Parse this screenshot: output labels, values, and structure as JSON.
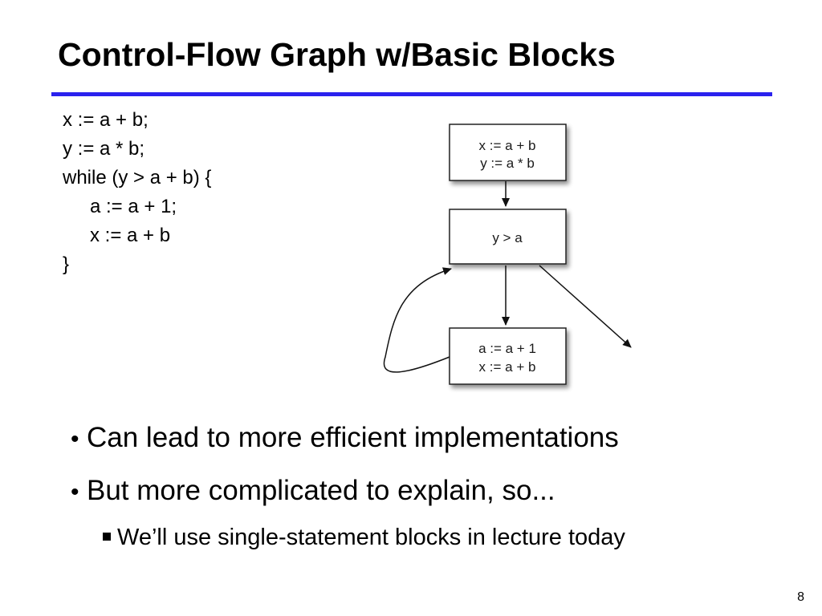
{
  "slide": {
    "title": "Control-Flow Graph w/Basic Blocks",
    "page_number": "8"
  },
  "code": {
    "lines": [
      "x := a + b;",
      "y := a * b;",
      "while (y > a + b) {",
      "a := a + 1;",
      "x := a + b",
      "}"
    ]
  },
  "diagram": {
    "nodes": [
      {
        "lines": [
          "x := a + b",
          "y := a * b"
        ]
      },
      {
        "lines": [
          "y > a"
        ]
      },
      {
        "lines": [
          "a := a + 1",
          "x := a + b"
        ]
      }
    ]
  },
  "bullets": {
    "items": [
      "Can lead to more efficient implementations",
      "But more complicated to explain, so..."
    ],
    "sub_items": [
      "We’ll use single-statement blocks in lecture today"
    ]
  },
  "colors": {
    "title_rule": "#2a22ee",
    "box_fill": "#ffffff",
    "box_stroke": "#222222"
  }
}
